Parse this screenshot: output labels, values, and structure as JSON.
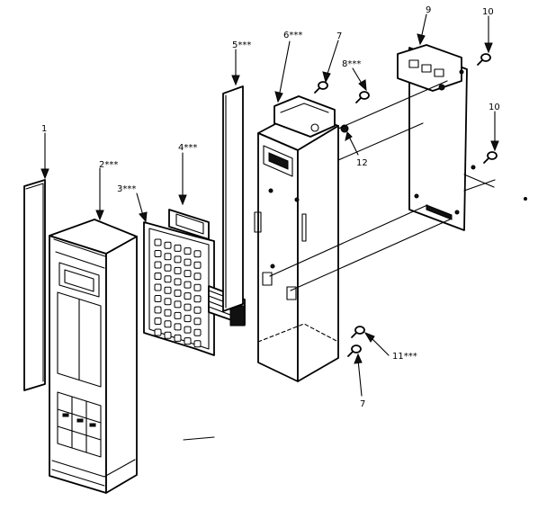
{
  "figure": {
    "callouts": [
      {
        "id": "c1",
        "text": "1"
      },
      {
        "id": "c2",
        "text": "2***"
      },
      {
        "id": "c3",
        "text": "3***"
      },
      {
        "id": "c4",
        "text": "4***"
      },
      {
        "id": "c5",
        "text": "5***"
      },
      {
        "id": "c6",
        "text": "6***"
      },
      {
        "id": "c7a",
        "text": "7"
      },
      {
        "id": "c8",
        "text": "8***"
      },
      {
        "id": "c9",
        "text": "9"
      },
      {
        "id": "c10a",
        "text": "10"
      },
      {
        "id": "c10b",
        "text": "10"
      },
      {
        "id": "c12",
        "text": "12"
      },
      {
        "id": "c11",
        "text": "11***"
      },
      {
        "id": "c7b",
        "text": "7"
      }
    ]
  }
}
